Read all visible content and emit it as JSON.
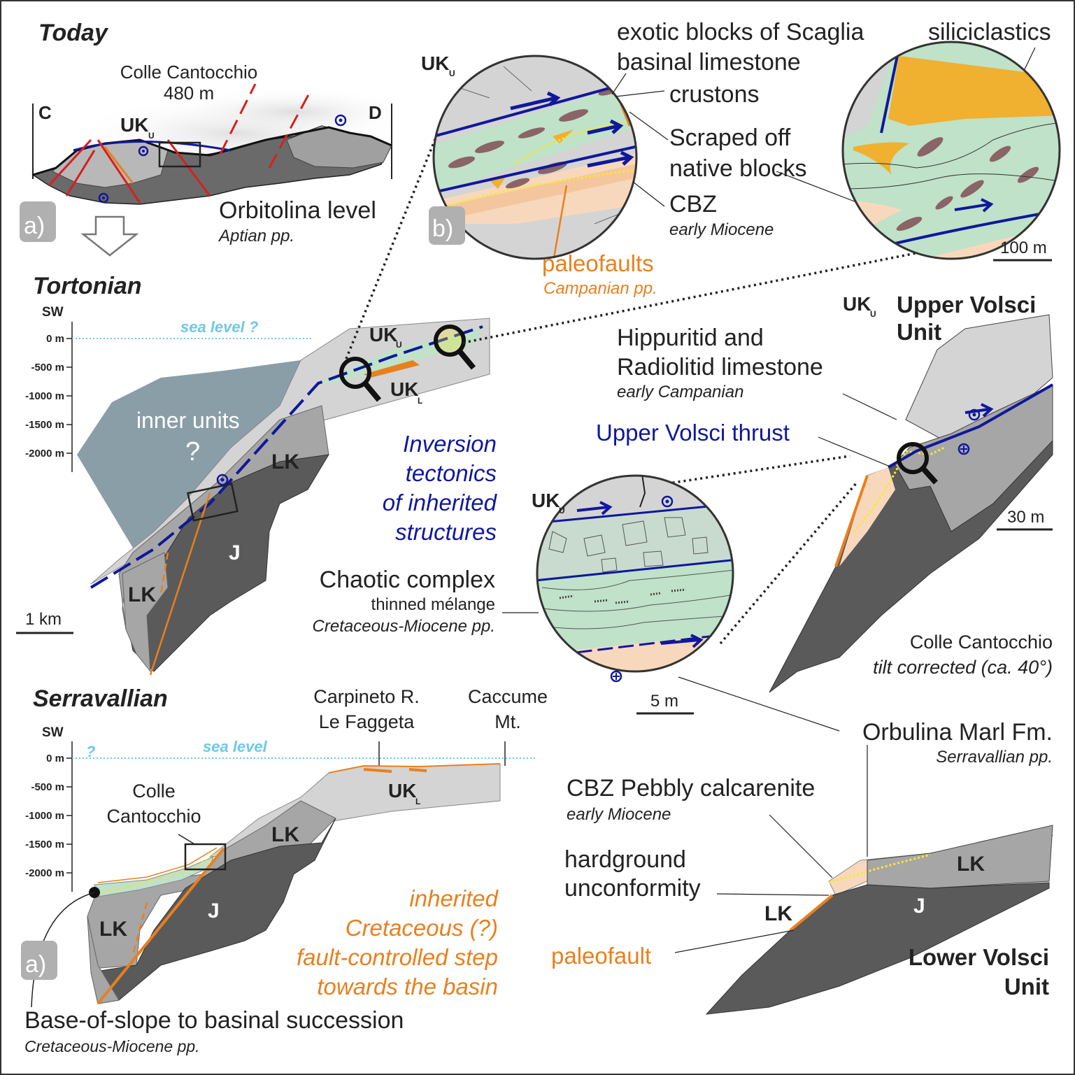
{
  "colors": {
    "dark_rock": "#5a5a5a",
    "mid_rock": "#a6a6a6",
    "light_rock": "#d4d4d4",
    "basin": "#8a9ea8",
    "melange_green": "#bfe2c8",
    "orbulina": "#f8d8bc",
    "siliciclastics": "#f0b030",
    "thrust_blue": "#10189a",
    "paleofault_orange": "#e8801e",
    "sea_level": "#6ec8e8"
  },
  "panels": {
    "today": {
      "title": "Today",
      "locality": "Colle Cantocchio",
      "elevation": "480 m",
      "end_left": "C",
      "end_right": "D",
      "unit": "UK",
      "unit_sub": "U",
      "orbitolina": "Orbitolina level",
      "orbitolina_age": "Aptian pp.",
      "tag": "a)"
    },
    "tortonian": {
      "title": "Tortonian",
      "axis_dir": "SW",
      "sea_level": "sea level ?",
      "ticks": [
        "0 m",
        "-500 m",
        "-1000 m",
        "-1500 m",
        "-2000 m"
      ],
      "inner_units": "inner units",
      "question": "?",
      "uk_u": "UK",
      "uk_u_sub": "U",
      "uk_l": "UK",
      "uk_l_sub": "L",
      "lk_a": "LK",
      "lk_b": "LK",
      "j": "J",
      "scale": "1 km",
      "inversion": [
        "Inversion",
        "tectonics",
        "of inherited",
        "structures"
      ]
    },
    "serravallian": {
      "title": "Serravallian",
      "axis_dir": "SW",
      "sea_level": "sea level",
      "q": "?",
      "ticks": [
        "0 m",
        "-500 m",
        "-1000 m",
        "-1500 m",
        "-2000 m"
      ],
      "colle": [
        "Colle",
        "Cantocchio"
      ],
      "carpineto": [
        "Carpineto R.",
        "Le Faggeta"
      ],
      "caccume": [
        "Caccume",
        "Mt."
      ],
      "uk_l": "UK",
      "uk_l_sub": "L",
      "lk_a": "LK",
      "lk_b": "LK",
      "j": "J",
      "tag": "a)",
      "inherited": [
        "inherited",
        "Cretaceous (?)",
        "fault-controlled step",
        "towards the basin"
      ],
      "base_slope": "Base-of-slope to basinal succession",
      "base_slope_age": "Cretaceous-Miocene pp."
    },
    "zoom_b": {
      "unit": "UK",
      "unit_sub": "U",
      "tag": "b)",
      "exotic": [
        "exotic blocks of Scaglia",
        "basinal limestone"
      ],
      "crustons": "crustons",
      "scraped": [
        "Scraped off",
        "native blocks"
      ],
      "cbz": "CBZ",
      "cbz_age": "early Miocene",
      "paleofaults": "paleofaults",
      "paleofaults_age": "Campanian pp.",
      "siliciclastics": "siliciclastics",
      "scale": "100 m"
    },
    "upper": {
      "unit": "UK",
      "unit_sub": "U",
      "name": [
        "Upper Volsci",
        "Unit"
      ],
      "hippuritid": [
        "Hippuritid and",
        "Radiolitid limestone"
      ],
      "hippuritid_age": "early Campanian",
      "thrust": "Upper Volsci thrust",
      "scale": "30 m",
      "colle": "Colle Cantocchio",
      "tilt": "tilt corrected (ca. 40°)"
    },
    "chaotic": {
      "unit": "UK",
      "unit_sub": "U",
      "name": "Chaotic complex",
      "sub": "thinned mélange",
      "age": "Cretaceous-Miocene pp.",
      "scale": "5 m"
    },
    "lower": {
      "orbulina": "Orbulina Marl Fm.",
      "orbulina_age": "Serravallian pp.",
      "cbz": "CBZ Pebbly calcarenite",
      "cbz_age": "early Miocene",
      "hardground": [
        "hardground",
        "unconformity"
      ],
      "paleofault": "paleofault",
      "lk_a": "LK",
      "lk_b": "LK",
      "j": "J",
      "name": [
        "Lower Volsci",
        "Unit"
      ]
    }
  }
}
